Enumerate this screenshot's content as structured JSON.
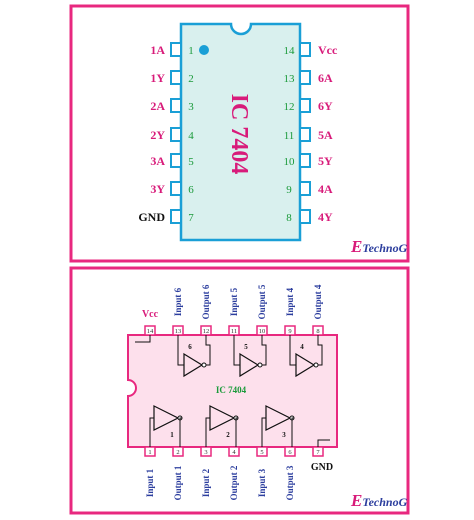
{
  "top_diagram": {
    "chip_label": "IC 7404",
    "left_pins": [
      {
        "label": "1A",
        "number": "1"
      },
      {
        "label": "1Y",
        "number": "2"
      },
      {
        "label": "2A",
        "number": "3"
      },
      {
        "label": "2Y",
        "number": "4"
      },
      {
        "label": "3A",
        "number": "5"
      },
      {
        "label": "3Y",
        "number": "6"
      },
      {
        "label": "GND",
        "number": "7"
      }
    ],
    "right_pins": [
      {
        "label": "Vcc",
        "number": "14"
      },
      {
        "label": "6A",
        "number": "13"
      },
      {
        "label": "6Y",
        "number": "12"
      },
      {
        "label": "5A",
        "number": "11"
      },
      {
        "label": "5Y",
        "number": "10"
      },
      {
        "label": "4A",
        "number": "9"
      },
      {
        "label": "4Y",
        "number": "8"
      }
    ],
    "logo_e": "E",
    "logo_text": "TechnoG"
  },
  "bottom_diagram": {
    "chip_label": "IC 7404",
    "vcc_label": "Vcc",
    "gnd_label": "GND",
    "top_pins": [
      {
        "number": "14",
        "label": ""
      },
      {
        "number": "13",
        "label": "Input 6"
      },
      {
        "number": "12",
        "label": "Output 6"
      },
      {
        "number": "11",
        "label": "Input 5"
      },
      {
        "number": "10",
        "label": "Output 5"
      },
      {
        "number": "9",
        "label": "Input 4"
      },
      {
        "number": "8",
        "label": "Output 4"
      }
    ],
    "bottom_pins": [
      {
        "number": "1",
        "label": "Input 1"
      },
      {
        "number": "2",
        "label": "Output 1"
      },
      {
        "number": "3",
        "label": "Input 2"
      },
      {
        "number": "4",
        "label": "Output 2"
      },
      {
        "number": "5",
        "label": "Input 3"
      },
      {
        "number": "6",
        "label": "Output 3"
      },
      {
        "number": "7",
        "label": ""
      }
    ],
    "gate_numbers": [
      "1",
      "2",
      "3",
      "4",
      "5",
      "6"
    ],
    "logo_e": "E",
    "logo_text": "TechnoG"
  },
  "colors": {
    "frame": "#e8287f",
    "chip_border": "#1a9fd6",
    "chip_fill_top": "#d9f0ee",
    "chip_fill_bottom": "#fde0ec",
    "label": "#d81b7a",
    "pin_number": "#1a9a3a",
    "bottom_label": "#2c3e9e"
  }
}
